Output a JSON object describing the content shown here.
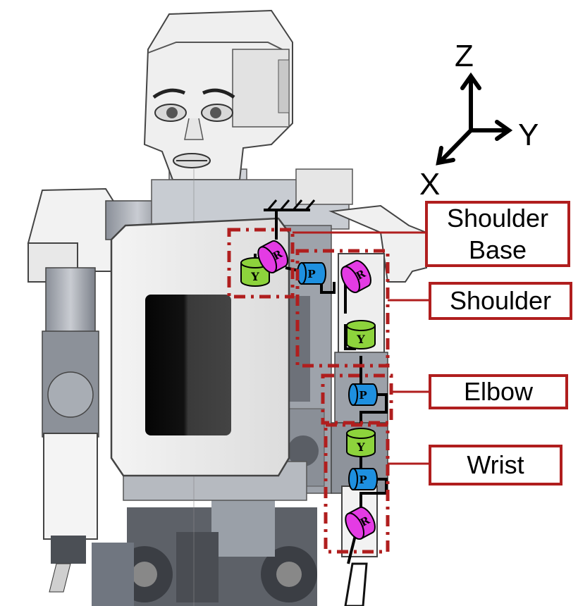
{
  "axes": {
    "z": "Z",
    "y": "Y",
    "x": "X"
  },
  "labels": {
    "shoulder_base_line1": "Shoulder",
    "shoulder_base_line2": "Base",
    "shoulder": "Shoulder",
    "elbow": "Elbow",
    "wrist": "Wrist"
  },
  "joint_letters": {
    "yaw": "Y",
    "roll": "R",
    "pitch": "P"
  },
  "colors": {
    "group_box": "#b01e1e",
    "yaw_joint": "#8dd33c",
    "roll_joint": "#e43be4",
    "pitch_joint": "#1e90e0"
  }
}
